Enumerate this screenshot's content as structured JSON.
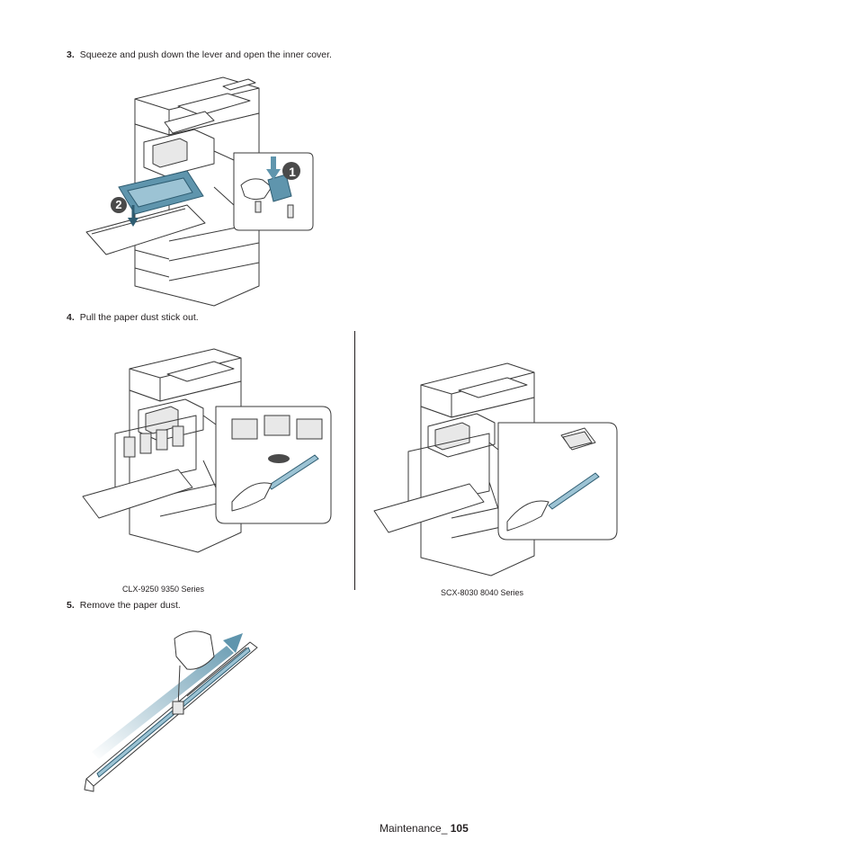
{
  "steps": [
    {
      "number": "3.",
      "text": "Squeeze and push down the lever and open the inner cover."
    },
    {
      "number": "4.",
      "text": "Pull the paper dust stick out."
    },
    {
      "number": "5.",
      "text": "Remove the paper dust."
    }
  ],
  "callouts": {
    "one": "1",
    "two": "2"
  },
  "captions": {
    "left": "CLX-9250 9350 Series",
    "right": "SCX-8030 8040 Series"
  },
  "footer": {
    "section": "Maintenance_",
    "page": "105"
  }
}
